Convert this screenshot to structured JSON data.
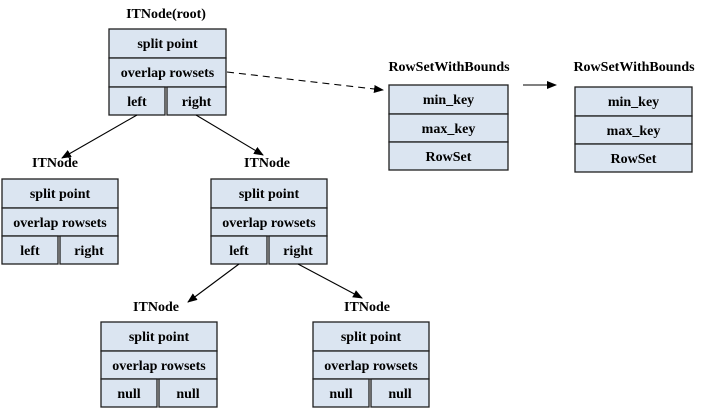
{
  "root": {
    "title": "ITNode(root)",
    "split_point": "split point",
    "overlap_rowsets": "overlap rowsets",
    "left": "left",
    "right": "right"
  },
  "node_l": {
    "title": "ITNode",
    "split_point": "split point",
    "overlap_rowsets": "overlap rowsets",
    "left": "left",
    "right": "right"
  },
  "node_r": {
    "title": "ITNode",
    "split_point": "split point",
    "overlap_rowsets": "overlap rowsets",
    "left": "left",
    "right": "right"
  },
  "leaf_1": {
    "title": "ITNode",
    "split_point": "split point",
    "overlap_rowsets": "overlap rowsets",
    "left": "null",
    "right": "null"
  },
  "leaf_2": {
    "title": "ITNode",
    "split_point": "split point",
    "overlap_rowsets": "overlap rowsets",
    "left": "null",
    "right": "null"
  },
  "rowset_1": {
    "title": "RowSetWithBounds",
    "min_key": "min_key",
    "max_key": "max_key",
    "rowset": "RowSet"
  },
  "rowset_2": {
    "title": "RowSetWithBounds",
    "min_key": "min_key",
    "max_key": "max_key",
    "rowset": "RowSet"
  }
}
